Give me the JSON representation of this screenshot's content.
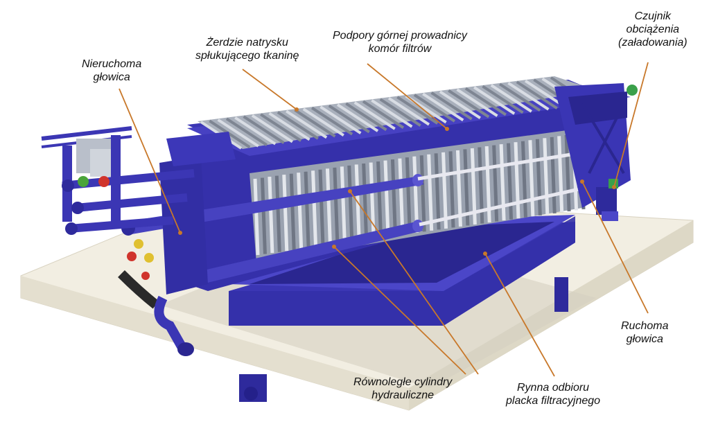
{
  "colors": {
    "frame": "#3b36b4",
    "frame_dark": "#24208a",
    "plates": "#c9d0d8",
    "base": "#f2eee2",
    "leader": "#c8782a",
    "valve": "#4aa43a"
  },
  "labels": {
    "zerdzie": {
      "line1": "Żerdzie natrysku",
      "line2": "spłukującego tkaninę"
    },
    "podpory": {
      "line1": "Podpory górnej prowadnicy",
      "line2": "komór filtrów"
    },
    "czujnik": {
      "line1": "Czujnik",
      "line2": "obciążenia",
      "line3": "(załadowania)"
    },
    "nieruchoma": {
      "line1": "Nieruchoma",
      "line2": "głowica"
    },
    "ruchoma": {
      "line1": "Ruchoma",
      "line2": "głowica"
    },
    "cylindry": {
      "line1": "Równoległe cylindry",
      "line2": "hydrauliczne"
    },
    "rynna": {
      "line1": "Rynna odbioru",
      "line2": "placka filtracyjnego"
    }
  }
}
